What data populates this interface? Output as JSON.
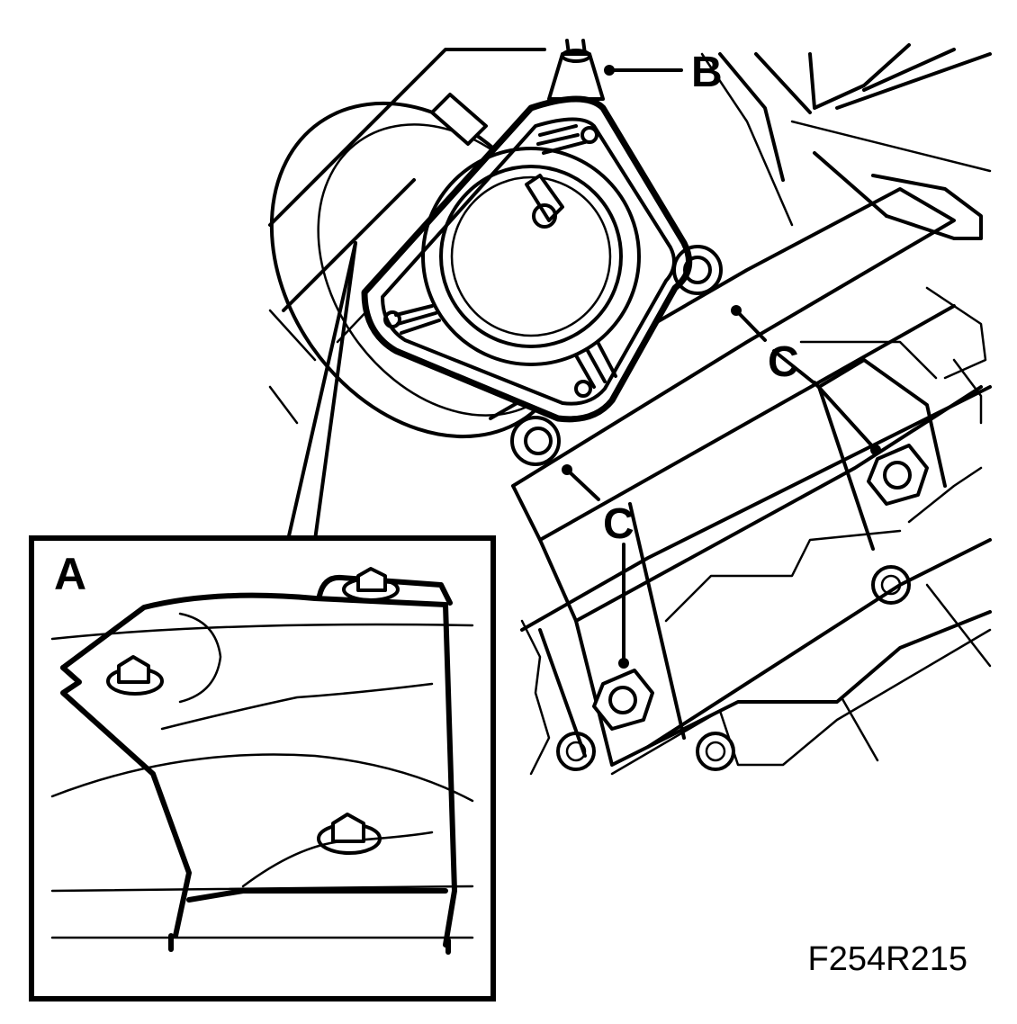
{
  "labels": {
    "a": "A",
    "b": "B",
    "c1": "C",
    "c2": "C"
  },
  "figure_code": "F254R215",
  "colors": {
    "ink": "#000000",
    "paper": "#ffffff"
  }
}
